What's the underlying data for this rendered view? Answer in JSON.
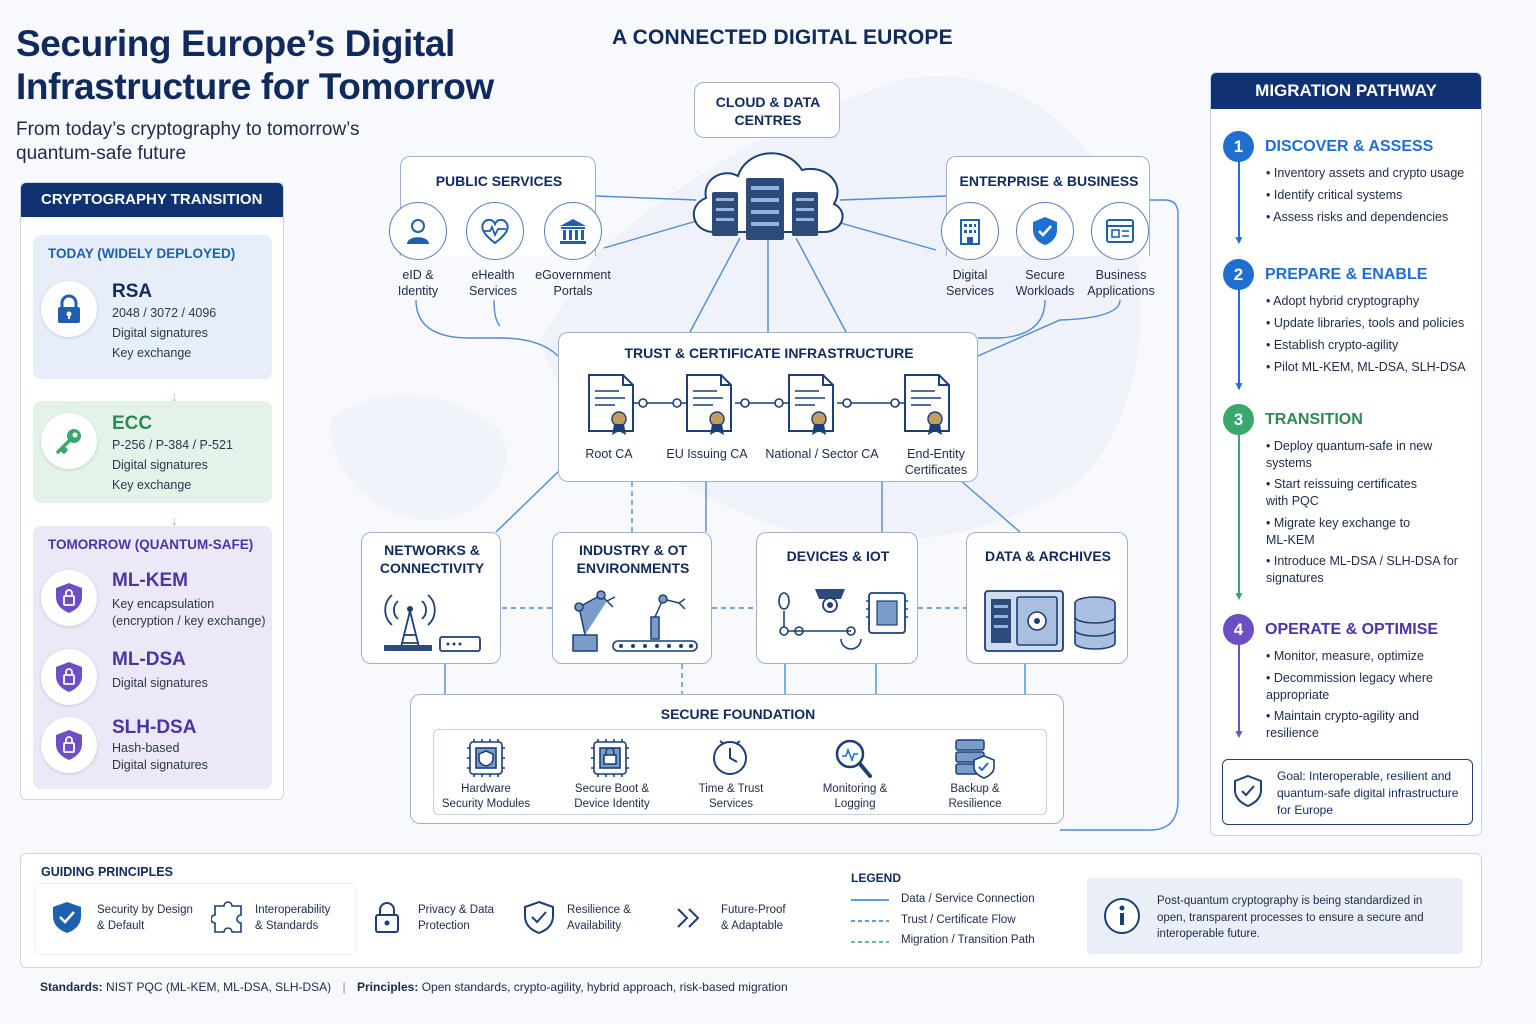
{
  "header": {
    "title_line1": "Securing Europe’s Digital",
    "title_line2": "Infrastructure for Tomorrow",
    "subtitle_line1": "From today’s cryptography to tomorrow’s",
    "subtitle_line2": "quantum-safe future",
    "center_title": "A CONNECTED DIGITAL EUROPE"
  },
  "crypto_panel": {
    "title": "CRYPTOGRAPHY TRANSITION",
    "today_label": "TODAY (WIDELY DEPLOYED)",
    "tomorrow_label": "TOMORROW (QUANTUM-SAFE)",
    "rsa": {
      "name": "RSA",
      "l1": "2048 / 3072 / 4096",
      "l2": "Digital signatures",
      "l3": "Key exchange",
      "icon": "padlock-icon"
    },
    "ecc": {
      "name": "ECC",
      "l1": "P-256 / P-384 / P-521",
      "l2": "Digital signatures",
      "l3": "Key exchange",
      "icon": "key-icon"
    },
    "mlkem": {
      "name": "ML-KEM",
      "l1": "Key encapsulation",
      "l2": "(encryption / key exchange)"
    },
    "mldsa": {
      "name": "ML-DSA",
      "l1": "Digital signatures"
    },
    "slhdsa": {
      "name": "SLH-DSA",
      "l1": "Hash-based",
      "l2": "Digital signatures"
    }
  },
  "map": {
    "cloud": {
      "l1": "CLOUD & DATA",
      "l2": "CENTRES"
    },
    "public": {
      "title": "PUBLIC SERVICES",
      "items": [
        {
          "l1": "eID &",
          "l2": "Identity",
          "icon": "person-icon"
        },
        {
          "l1": "eHealth",
          "l2": "Services",
          "icon": "heart-pulse-icon"
        },
        {
          "l1": "eGovernment",
          "l2": "Portals",
          "icon": "government-building-icon"
        }
      ]
    },
    "enterprise": {
      "title": "ENTERPRISE & BUSINESS",
      "items": [
        {
          "l1": "Digital",
          "l2": "Services",
          "icon": "office-building-icon"
        },
        {
          "l1": "Secure",
          "l2": "Workloads",
          "icon": "shield-check-icon"
        },
        {
          "l1": "Business",
          "l2": "Applications",
          "icon": "application-window-icon"
        }
      ]
    },
    "trust": {
      "title": "TRUST & CERTIFICATE INFRASTRUCTURE",
      "certs": [
        {
          "l1": "Root CA",
          "l2": ""
        },
        {
          "l1": "EU Issuing CA",
          "l2": ""
        },
        {
          "l1": "National / Sector CA",
          "l2": ""
        },
        {
          "l1": "End-Entity",
          "l2": "Certificates"
        }
      ]
    },
    "networks": {
      "l1": "NETWORKS &",
      "l2": "CONNECTIVITY"
    },
    "industry": {
      "l1": "INDUSTRY & OT",
      "l2": "ENVIRONMENTS"
    },
    "devices": {
      "l1": "DEVICES & IOT"
    },
    "data": {
      "l1": "DATA & ARCHIVES"
    },
    "foundation": {
      "title": "SECURE FOUNDATION",
      "items": [
        {
          "l1": "Hardware",
          "l2": "Security Modules"
        },
        {
          "l1": "Secure Boot &",
          "l2": "Device Identity"
        },
        {
          "l1": "Time & Trust",
          "l2": "Services"
        },
        {
          "l1": "Monitoring &",
          "l2": "Logging"
        },
        {
          "l1": "Backup &",
          "l2": "Resilience"
        }
      ]
    }
  },
  "pathway": {
    "title": "MIGRATION PATHWAY",
    "steps": [
      {
        "num": "1",
        "title": "DISCOVER & ASSESS",
        "color": "#1f6fd1",
        "b1": "• Inventory assets and crypto usage",
        "b2": "• Identify critical systems",
        "b3": "• Assess risks and dependencies"
      },
      {
        "num": "2",
        "title": "PREPARE & ENABLE",
        "color": "#1f6fd1",
        "b1": "• Adopt hybrid cryptography",
        "b2": "• Update libraries, tools and policies",
        "b3": "• Establish crypto-agility",
        "b4": "• Pilot ML-KEM, ML-DSA, SLH-DSA"
      },
      {
        "num": "3",
        "title": "TRANSITION",
        "color": "#3aa76d",
        "b1": "• Deploy quantum-safe in new systems",
        "b2": "• Start reissuing certificates with PQC",
        "b3": "• Migrate key exchange to ML-KEM",
        "b4": "• Introduce ML-DSA / SLH-DSA for signatures"
      },
      {
        "num": "4",
        "title": "OPERATE & OPTIMISE",
        "color": "#6c4fc4",
        "b1": "• Monitor, measure, optimize",
        "b2": "• Decommission legacy where appropriate",
        "b3": "• Maintain crypto-agility and resilience"
      }
    ],
    "goal": "Goal: Interoperable, resilient and quantum-safe digital infrastructure for Europe"
  },
  "principles": {
    "title": "GUIDING PRINCIPLES",
    "items": [
      {
        "l1": "Security by Design",
        "l2": "& Default",
        "icon": "shield-check-icon"
      },
      {
        "l1": "Interoperability",
        "l2": "& Standards",
        "icon": "puzzle-icon"
      },
      {
        "l1": "Privacy & Data",
        "l2": "Protection",
        "icon": "padlock-icon"
      },
      {
        "l1": "Resilience &",
        "l2": "Availability",
        "icon": "shield-check-icon"
      },
      {
        "l1": "Future-Proof",
        "l2": "& Adaptable",
        "icon": "chevrons-right-icon"
      }
    ]
  },
  "legend": {
    "title": "LEGEND",
    "items": [
      {
        "label": "Data / Service Connection",
        "color": "#2f7ec9",
        "style": "solid"
      },
      {
        "label": "Trust / Certificate Flow",
        "color": "#2f7ec9",
        "style": "dashed"
      },
      {
        "label": "Migration / Transition Path",
        "color": "#3aa76d",
        "style": "dashed"
      }
    ]
  },
  "info": {
    "text": "Post-quantum cryptography is being standardized in open, transparent processes to ensure a secure and interoperable future.",
    "icon": "info-icon"
  },
  "footer": {
    "standards_label": "Standards:",
    "standards_value": "NIST PQC (ML-KEM, ML-DSA, SLH-DSA)",
    "separator": "|",
    "principles_label": "Principles:",
    "principles_value": "Open standards, crypto-agility, hybrid approach, risk-based migration"
  },
  "colors": {
    "navy": "#0f3272",
    "blue": "#1f6fd1",
    "green": "#3aa76d",
    "purple": "#6c4fc4"
  }
}
